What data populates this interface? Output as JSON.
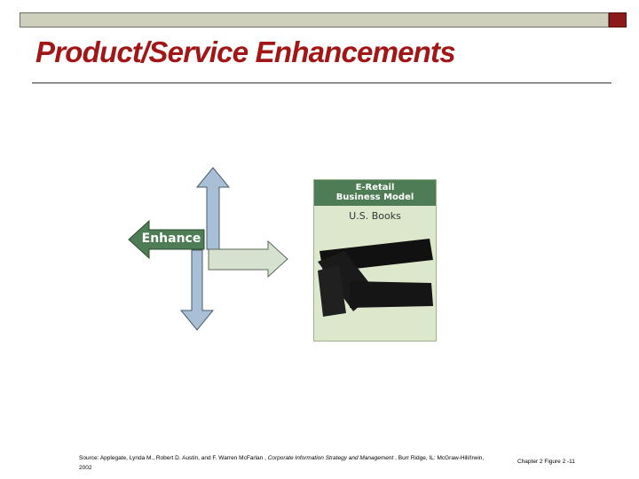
{
  "slide": {
    "title": "Product/Service Enhancements",
    "arrow_label": "Enhance",
    "book": {
      "title_line1": "E-Retail",
      "title_line2": "Business Model",
      "subtitle": "U.S. Books"
    },
    "source": {
      "prefix": "Source: Applegate, Lynda M., Robert D. Austin, and F. Warren  McFarlan , ",
      "title": "Corporate Information Strategy and Management",
      "suffix": " , Burr Ridge, IL: McGraw-Hill/Irwin, 2002"
    },
    "figure_ref": "Chapter 2 Figure 2 -11"
  },
  "colors": {
    "title": "#a11616",
    "enhance_arrow": "#4e7d55",
    "blue_arrow": "#a9bfd6",
    "light_green_arrow": "#d6e2cf",
    "book_header": "#4e7d55",
    "book_background": "#dce7cc"
  }
}
